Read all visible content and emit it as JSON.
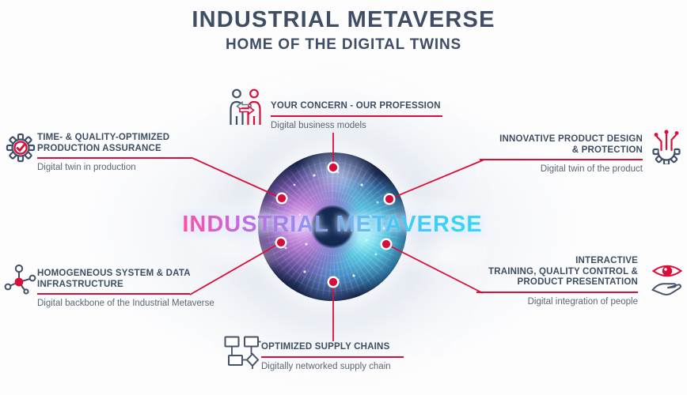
{
  "header": {
    "title": "INDUSTRIAL METAVERSE",
    "subtitle": "HOME OF THE DIGITAL TWINS"
  },
  "center_label": "INDUSTRIAL METAVERSE",
  "callouts": {
    "top": {
      "icon": "people-exchange-icon",
      "lines": [
        "YOUR CONCERN - OUR PROFESSION"
      ],
      "subtitle": "Digital business models"
    },
    "left_upper": {
      "icon": "gear-check-icon",
      "lines": [
        "TIME- & QUALITY-OPTIMIZED",
        "PRODUCTION ASSURANCE"
      ],
      "subtitle": "Digital twin in production"
    },
    "right_upper": {
      "icon": "gear-circuit-icon",
      "lines": [
        "INNOVATIVE PRODUCT DESIGN",
        "& PROTECTION"
      ],
      "subtitle": "Digital twin of the product"
    },
    "left_lower": {
      "icon": "network-icon",
      "lines": [
        "HOMOGENEOUS SYSTEM & DATA",
        "INFRASTRUCTURE"
      ],
      "subtitle": "Digital backbone of the Industrial Metaverse"
    },
    "right_lower": {
      "icon": "eye-hand-icon",
      "lines": [
        "INTERACTIVE",
        "TRAINING, QUALITY CONTROL &",
        "PRODUCT PRESENTATION"
      ],
      "subtitle": "Digital integration of people"
    },
    "bottom": {
      "icon": "flowchart-icon",
      "lines": [
        "OPTIMIZED SUPPLY CHAINS"
      ],
      "subtitle": "Digitally networked supply chain"
    }
  },
  "colors": {
    "accent_red": "#d90f3a",
    "heading_navy": "#3f4e66",
    "body_gray": "#5a6673",
    "center_gradient_start": "#ff4fa8",
    "center_gradient_end": "#2fd9fb"
  }
}
